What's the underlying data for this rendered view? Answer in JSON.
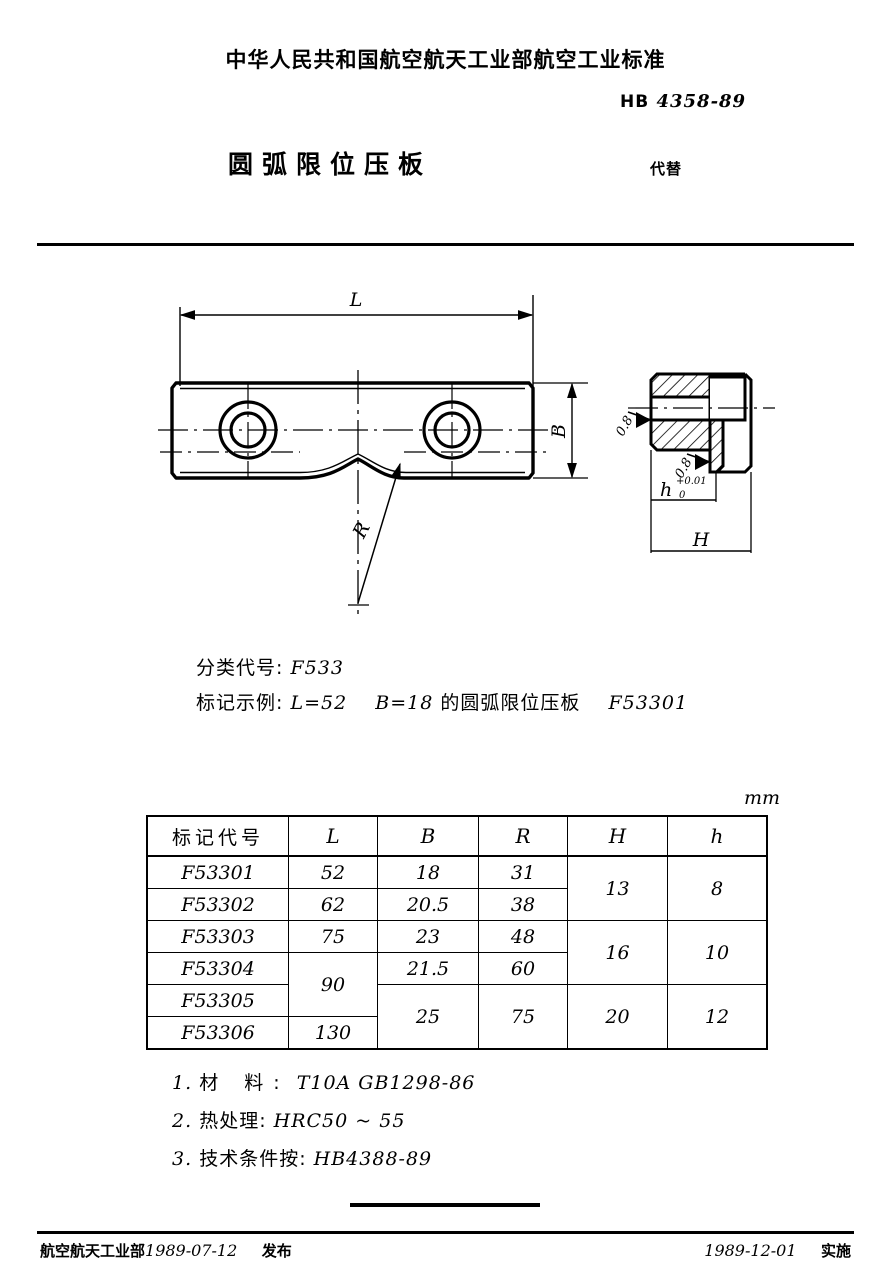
{
  "header": {
    "org_title": "中华人民共和国航空航天工业部航空工业标准",
    "std_prefix": "HB",
    "std_number": "4358-89",
    "part_name": "圆弧限位压板",
    "replaces_label": "代替"
  },
  "drawing": {
    "dim_L": "L",
    "dim_B": "B",
    "dim_R": "R",
    "dim_H": "H",
    "dim_h": "h",
    "tol_upper": "+0.01",
    "tol_lower": "0",
    "roughness_1": "0.8",
    "roughness_2": "0.8"
  },
  "classification": {
    "code_label": "分类代号:",
    "code_value": "F533",
    "example_label": "标记示例:",
    "example_L": "L=52",
    "example_B": "B=18",
    "example_text": "的圆弧限位压板",
    "example_code": "F53301"
  },
  "table": {
    "unit": "mm",
    "headers": [
      "标记代号",
      "L",
      "B",
      "R",
      "H",
      "h"
    ],
    "rows": [
      {
        "code": "F53301",
        "L": "52",
        "B": "18",
        "R": "31",
        "H": "13",
        "h": "8"
      },
      {
        "code": "F53302",
        "L": "62",
        "B": "20.5",
        "R": "38",
        "H": "",
        "h": ""
      },
      {
        "code": "F53303",
        "L": "75",
        "B": "23",
        "R": "48",
        "H": "16",
        "h": "10"
      },
      {
        "code": "F53304",
        "L": "90",
        "B": "21.5",
        "R": "60",
        "H": "",
        "h": ""
      },
      {
        "code": "F53305",
        "L": "",
        "B": "25",
        "R": "75",
        "H": "20",
        "h": "12"
      },
      {
        "code": "F53306",
        "L": "130",
        "B": "",
        "R": "",
        "H": "",
        "h": ""
      }
    ]
  },
  "notes": [
    {
      "num": "1.",
      "label": "材  料:",
      "value": "T10A  GB1298-86"
    },
    {
      "num": "2.",
      "label": "热处理:",
      "value": "HRC50 ~ 55"
    },
    {
      "num": "3.",
      "label": "技术条件按:",
      "value": "HB4388-89"
    }
  ],
  "footer": {
    "issuer": "航空航天工业部",
    "issue_date": "1989-07-12",
    "issue_action": "发布",
    "effective_date": "1989-12-01",
    "effective_action": "实施"
  }
}
